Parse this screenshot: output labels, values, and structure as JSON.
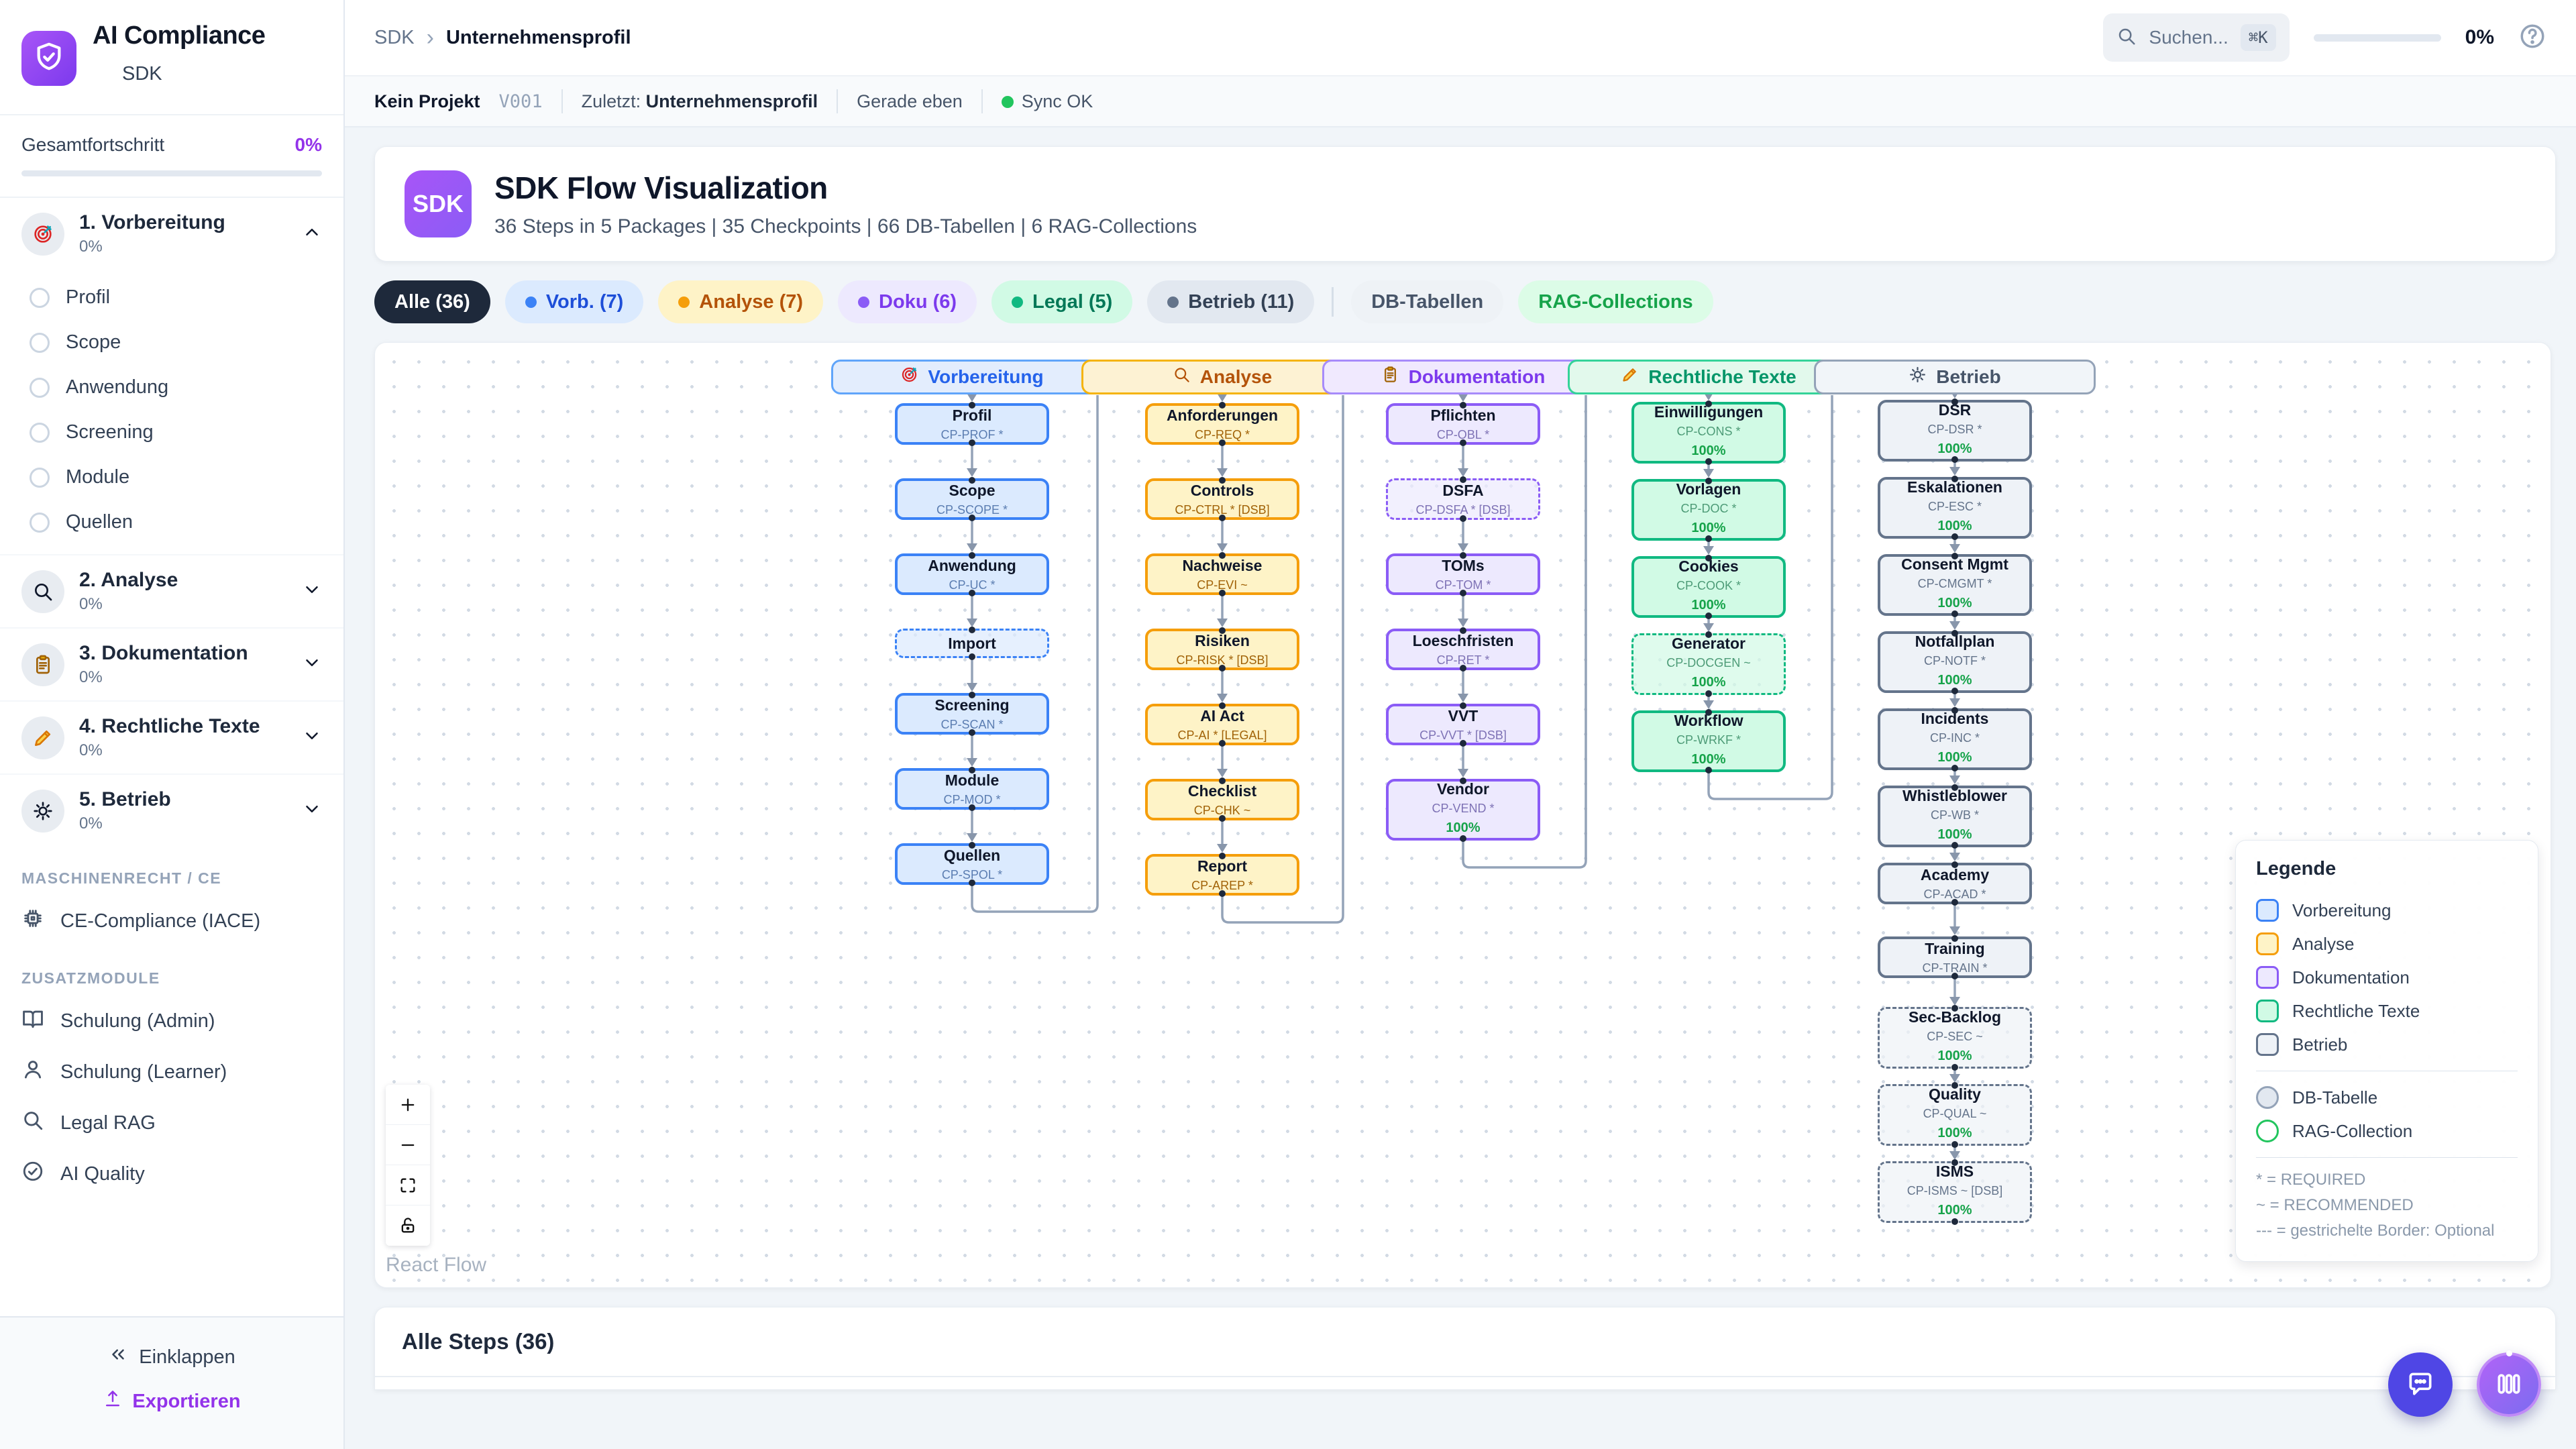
{
  "sidebar": {
    "app_title": "AI Compliance",
    "app_subtitle": "SDK",
    "progress_label": "Gesamtfortschritt",
    "progress_value": "0%",
    "sections": [
      {
        "icon": "target",
        "label": "1. Vorbereitung",
        "percent": "0%",
        "expanded": true,
        "items": [
          "Profil",
          "Scope",
          "Anwendung",
          "Screening",
          "Module",
          "Quellen"
        ]
      },
      {
        "icon": "search",
        "label": "2. Analyse",
        "percent": "0%",
        "expanded": false
      },
      {
        "icon": "clipboard",
        "label": "3. Dokumentation",
        "percent": "0%",
        "expanded": false
      },
      {
        "icon": "pencil",
        "label": "4. Rechtliche Texte",
        "percent": "0%",
        "expanded": false
      },
      {
        "icon": "gear",
        "label": "5. Betrieb",
        "percent": "0%",
        "expanded": false
      }
    ],
    "group_machine": "MASCHINENRECHT / CE",
    "ce_item": {
      "icon": "cpu",
      "label": "CE-Compliance (IACE)"
    },
    "group_extra": "ZUSATZMODULE",
    "modules": [
      {
        "icon": "book",
        "label": "Schulung (Admin)"
      },
      {
        "icon": "user",
        "label": "Schulung (Learner)"
      },
      {
        "icon": "search",
        "label": "Legal RAG"
      },
      {
        "icon": "check-circle",
        "label": "AI Quality"
      }
    ],
    "collapse_label": "Einklappen",
    "export_label": "Exportieren"
  },
  "topbar": {
    "breadcrumb_root": "SDK",
    "breadcrumb_current": "Unternehmensprofil",
    "search_placeholder": "Suchen...",
    "search_shortcut": "⌘K",
    "progress_value": "0%"
  },
  "statusbar": {
    "project": "Kein Projekt",
    "version": "V001",
    "last_label": "Zuletzt:",
    "last_value": "Unternehmensprofil",
    "time": "Gerade eben",
    "sync": "Sync OK",
    "sync_color": "#22c55e"
  },
  "hero": {
    "badge": "SDK",
    "title": "SDK Flow Visualization",
    "subtitle": "36 Steps in 5 Packages | 35 Checkpoints | 66 DB-Tabellen | 6 RAG-Collections"
  },
  "filters": [
    {
      "label": "Alle (36)",
      "bg": "#1e293b",
      "fg": "#ffffff"
    },
    {
      "label": "Vorb. (7)",
      "bg": "#dbeafe",
      "fg": "#1d4ed8",
      "dot": "#3b82f6"
    },
    {
      "label": "Analyse (7)",
      "bg": "#fef3c7",
      "fg": "#b45309",
      "dot": "#f59e0b"
    },
    {
      "label": "Doku (6)",
      "bg": "#ede9fe",
      "fg": "#7c3aed",
      "dot": "#8b5cf6"
    },
    {
      "label": "Legal (5)",
      "bg": "#d1fae5",
      "fg": "#047857",
      "dot": "#10b981"
    },
    {
      "label": "Betrieb (11)",
      "bg": "#e2e8f0",
      "fg": "#334155",
      "dot": "#64748b"
    },
    {
      "label": "DB-Tabellen",
      "bg": "#eef2f6",
      "fg": "#475569",
      "divider_before": true
    },
    {
      "label": "RAG-Collections",
      "bg": "#dcfce7",
      "fg": "#16a34a"
    }
  ],
  "flow": {
    "packages": [
      {
        "id": "vorbereitung",
        "label": "Vorbereitung",
        "icon": "target",
        "head_bg": "#e3edfd",
        "head_border": "#60a5fa",
        "head_text": "#2563eb",
        "border": "#3b82f6",
        "bg": "#dbeafe",
        "title_color": "#1e40af",
        "code_color": "#5b7db1",
        "nodes": [
          {
            "title": "Profil",
            "code": "CP-PROF *"
          },
          {
            "title": "Scope",
            "code": "CP-SCOPE *"
          },
          {
            "title": "Anwendung",
            "code": "CP-UC *"
          },
          {
            "title": "Import",
            "code": null,
            "dashed": true
          },
          {
            "title": "Screening",
            "code": "CP-SCAN *"
          },
          {
            "title": "Module",
            "code": "CP-MOD *"
          },
          {
            "title": "Quellen",
            "code": "CP-SPOL *"
          }
        ]
      },
      {
        "id": "analyse",
        "label": "Analyse",
        "icon": "search",
        "head_bg": "#fdf2d3",
        "head_border": "#f5b40b",
        "head_text": "#b45309",
        "border": "#f59e0b",
        "bg": "#fef3c7",
        "title_color": "#92400e",
        "code_color": "#a16207",
        "nodes": [
          {
            "title": "Anforderungen",
            "code": "CP-REQ *"
          },
          {
            "title": "Controls",
            "code": "CP-CTRL * [DSB]"
          },
          {
            "title": "Nachweise",
            "code": "CP-EVI ~"
          },
          {
            "title": "Risiken",
            "code": "CP-RISK * [DSB]"
          },
          {
            "title": "AI Act",
            "code": "CP-AI * [LEGAL]"
          },
          {
            "title": "Checklist",
            "code": "CP-CHK ~"
          },
          {
            "title": "Report",
            "code": "CP-AREP *"
          }
        ]
      },
      {
        "id": "dokumentation",
        "label": "Dokumentation",
        "icon": "clipboard",
        "head_bg": "#f0e9fe",
        "head_border": "#a78bfa",
        "head_text": "#7c3aed",
        "border": "#8b5cf6",
        "bg": "#ede9fe",
        "title_color": "#5b21b6",
        "code_color": "#7e72b5",
        "nodes": [
          {
            "title": "Pflichten",
            "code": "CP-OBL *"
          },
          {
            "title": "DSFA",
            "code": "CP-DSFA * [DSB]",
            "dashed": true
          },
          {
            "title": "TOMs",
            "code": "CP-TOM *"
          },
          {
            "title": "Loeschfristen",
            "code": "CP-RET *"
          },
          {
            "title": "VVT",
            "code": "CP-VVT * [DSB]"
          },
          {
            "title": "Vendor",
            "code": "CP-VEND *",
            "progress": "100%"
          }
        ]
      },
      {
        "id": "rechtliche-texte",
        "label": "Rechtliche Texte",
        "icon": "pencil",
        "head_bg": "#e2f9ec",
        "head_border": "#34d399",
        "head_text": "#059669",
        "border": "#10b981",
        "bg": "#d1fae5",
        "title_color": "#065f46",
        "code_color": "#4d9b77",
        "nodes": [
          {
            "title": "Einwilligungen",
            "code": "CP-CONS *",
            "progress": "100%"
          },
          {
            "title": "Vorlagen",
            "code": "CP-DOC *",
            "progress": "100%"
          },
          {
            "title": "Cookies",
            "code": "CP-COOK *",
            "progress": "100%"
          },
          {
            "title": "Generator",
            "code": "CP-DOCGEN ~",
            "progress": "100%",
            "dashed": true
          },
          {
            "title": "Workflow",
            "code": "CP-WRKF *",
            "progress": "100%"
          }
        ]
      },
      {
        "id": "betrieb",
        "label": "Betrieb",
        "icon": "gear",
        "head_bg": "#f1f5f9",
        "head_border": "#94a3b8",
        "head_text": "#475569",
        "border": "#64748b",
        "bg": "#eef2f7",
        "title_color": "#1e293b",
        "code_color": "#64748b",
        "nodes": [
          {
            "title": "DSR",
            "code": "CP-DSR *",
            "progress": "100%"
          },
          {
            "title": "Eskalationen",
            "code": "CP-ESC *",
            "progress": "100%"
          },
          {
            "title": "Consent Mgmt",
            "code": "CP-CMGMT *",
            "progress": "100%"
          },
          {
            "title": "Notfallplan",
            "code": "CP-NOTF *",
            "progress": "100%"
          },
          {
            "title": "Incidents",
            "code": "CP-INC *",
            "progress": "100%"
          },
          {
            "title": "Whistleblower",
            "code": "CP-WB *",
            "progress": "100%"
          },
          {
            "title": "Academy",
            "code": "CP-ACAD *"
          },
          {
            "title": "Training",
            "code": "CP-TRAIN *"
          },
          {
            "title": "Sec-Backlog",
            "code": "CP-SEC ~",
            "progress": "100%",
            "dashed": true
          },
          {
            "title": "Quality",
            "code": "CP-QUAL ~",
            "progress": "100%",
            "dashed": true
          },
          {
            "title": "ISMS",
            "code": "CP-ISMS ~ [DSB]",
            "progress": "100%",
            "dashed": true
          }
        ]
      }
    ],
    "attribution": "React Flow"
  },
  "legend": {
    "title": "Legende",
    "db_label": "DB-Tabelle",
    "rag_label": "RAG-Collection",
    "db_fill": "#e2e8f0",
    "db_border": "#94a3b8",
    "rag_fill": "#ffffff",
    "rag_border": "#22c55e",
    "notes": [
      "* = REQUIRED",
      "~ = RECOMMENDED",
      "--- = gestrichelte Border: Optional"
    ]
  },
  "steps_panel": {
    "title": "Alle Steps (36)"
  }
}
